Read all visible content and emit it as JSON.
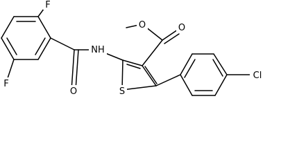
{
  "molecule": {
    "atoms": {
      "f_upper": "F",
      "f_lower": "F",
      "nh": "NH",
      "o_amide": "O",
      "s_ring": "S",
      "o_carbonyl": "O",
      "o_ester": "O",
      "cl": "Cl"
    }
  },
  "colors": {
    "bond": "#000000",
    "label": "#000000",
    "background": "#ffffff"
  }
}
